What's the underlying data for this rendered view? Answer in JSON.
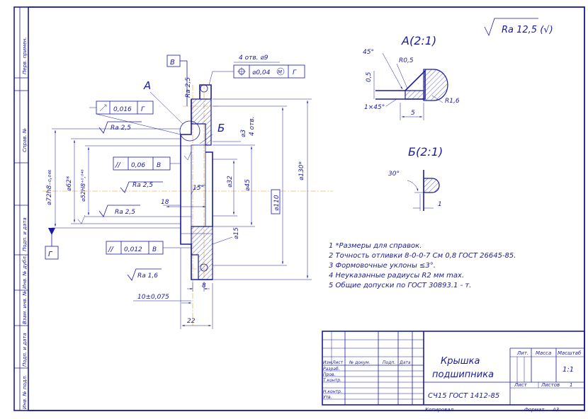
{
  "roughness_general": "Ra 12,5 (√)",
  "view_labels": {
    "a": "А",
    "b": "Б",
    "detail_a": "А(2:1)",
    "detail_b": "Б(2:1)"
  },
  "datum_labels": {
    "v": "В",
    "g": "Г"
  },
  "holes_note": "4 отв. ⌀9",
  "position_tolerance": {
    "symbol": "⌖",
    "value": "⌀0,04",
    "modifier": "M",
    "datum": "Г"
  },
  "runout_tolerance": {
    "symbol": "↗",
    "value": "0,016",
    "datum": "Г"
  },
  "parallel_tolerance_1": {
    "symbol": "//",
    "value": "0,06",
    "datum": "В"
  },
  "parallel_tolerance_2": {
    "symbol": "//",
    "value": "0,012",
    "datum": "В"
  },
  "roughness": {
    "top": "Ra 2,5",
    "r1": "Ra 2,5",
    "r2": "Ra 2,5",
    "r3": "Ra 2,5",
    "r4": "Ra 1,6"
  },
  "dimensions": {
    "d72": "⌀72h8₋₀,₀₄₆",
    "d62": "⌀62*",
    "d52": "⌀52H8⁺⁰,⁰⁴⁶",
    "d3": "⌀3",
    "holes4": "4 отв.",
    "d32": "⌀32",
    "d45": "⌀45",
    "d110": "⌀110",
    "d130": "⌀130*",
    "d15": "⌀15",
    "ang15": "15°",
    "l18": "18",
    "l8": "8",
    "l10": "10±0,075",
    "l22": "22"
  },
  "detail_a_dims": {
    "ang45": "45°",
    "r05": "R0,5",
    "h05": "0,5",
    "ch": "1×45°",
    "w5": "5",
    "r16": "R1,6"
  },
  "detail_b_dims": {
    "ang30": "30°",
    "w1": "1"
  },
  "notes": [
    "1 *Размеры для справок.",
    "2 Точность отливки 8-0-0-7 См 0,8 ГОСТ 26645-85.",
    "3 Формовочные уклоны ≤3°.",
    "4 Неуказанные радиусы R2 мм max.",
    "5 Общие допуски по ГОСТ 30893.1 - т."
  ],
  "side_stamp": [
    "Перв. примен.",
    "Справ. №",
    "Подп. и дата",
    "Инв. № дубл.",
    "Взам. инв. №",
    "Подп. и дата",
    "Инв. № подл."
  ],
  "title_block": {
    "name_line1": "Крышка",
    "name_line2": "подшипника",
    "material": "СЧ15 ГОСТ 1412-85",
    "col_izm": "Изм.",
    "col_list": "Лист",
    "col_doc": "№ докум.",
    "col_sign": "Подп.",
    "col_date": "Дата",
    "razrab": "Разраб.",
    "prov": "Пров.",
    "tkontr": "Т.контр.",
    "nkontr": "Н.контр.",
    "utv": "Утв.",
    "lit": "Лит.",
    "massa": "Масса",
    "masshtab": "Масштаб",
    "scale_value": "1:1",
    "list": "Лист",
    "listov": "Листов",
    "listov_value": "1",
    "kopiroval": "Копировал",
    "format": "Формат",
    "format_value": "A3"
  }
}
